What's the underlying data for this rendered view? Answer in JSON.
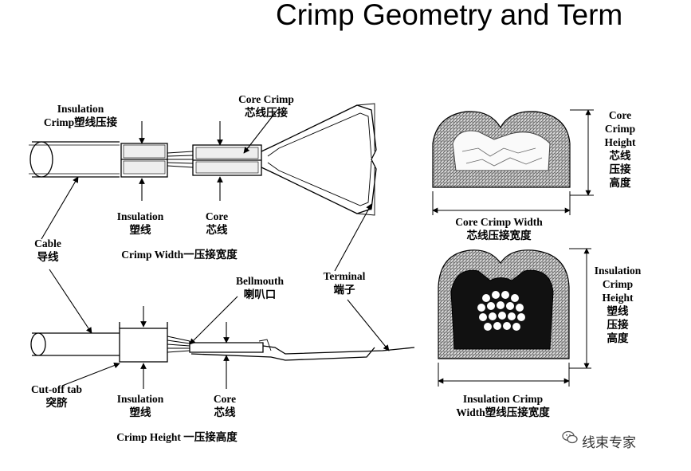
{
  "title": "Crimp Geometry and Term",
  "labels": {
    "insulation_crimp": [
      "Insulation",
      "Crimp塑线压接"
    ],
    "core_crimp": [
      "Core Crimp",
      "芯线压接"
    ],
    "top_insulation": [
      "Insulation",
      "塑线"
    ],
    "top_core": [
      "Core",
      "芯线"
    ],
    "crimp_width": "Crimp Width一压接宽度",
    "cable": [
      "Cable",
      "导线"
    ],
    "bellmouth": [
      "Bellmouth",
      "喇叭口"
    ],
    "terminal": [
      "Terminal",
      "端子"
    ],
    "cutoff_tab": [
      "Cut-off tab",
      "突脐"
    ],
    "bottom_insulation": [
      "Insulation",
      "塑线"
    ],
    "bottom_core": [
      "Core",
      "芯线"
    ],
    "crimp_height": "Crimp Height 一压接高度",
    "core_crimp_height": [
      "Core",
      "Crimp",
      "Height",
      "芯线",
      "压接",
      "高度"
    ],
    "core_crimp_width": [
      "Core Crimp Width",
      "芯线压接宽度"
    ],
    "insulation_crimp_height": [
      "Insulation",
      "Crimp",
      "Height",
      "塑线",
      "压接",
      "高度"
    ],
    "insulation_crimp_width": [
      "Insulation Crimp",
      "Width塑线压接宽度"
    ]
  },
  "watermark": "线束专家",
  "watermark_icon": "wechat-icon"
}
